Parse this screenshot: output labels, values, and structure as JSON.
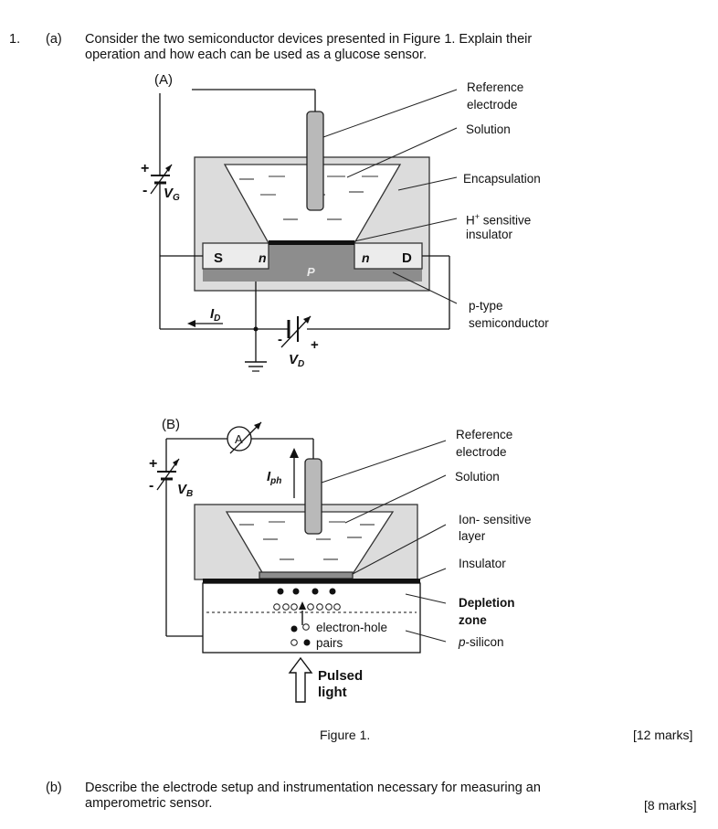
{
  "question": {
    "number": "1.",
    "part_a": {
      "label": "(a)",
      "line1": "Consider the two semiconductor devices presented in Figure 1. Explain their",
      "line2": "operation and how each can be used as a glucose sensor.",
      "marks": "[12 marks]"
    },
    "part_b": {
      "label": "(b)",
      "line1": "Describe the electrode setup and instrumentation necessary for measuring an",
      "line2": "amperometric sensor.",
      "marks": "[8 marks]"
    }
  },
  "figure": {
    "caption": "Figure 1.",
    "device_a": {
      "tag": "(A)",
      "labels": {
        "reference_1": "Reference",
        "reference_2": "electrode",
        "solution": "Solution",
        "encapsulation": "Encapsulation",
        "h_sensitive_sup": "H",
        "h_sensitive_plus": "+",
        "h_sensitive_rest": " sensitive",
        "insulator": "insulator",
        "ptype_1": "p-type",
        "ptype_2": "semiconductor"
      },
      "regions": {
        "source": "S",
        "drain": "D",
        "n_left": "n",
        "n_right": "n",
        "p": "P"
      },
      "symbols": {
        "vg_main": "V",
        "vg_sub": "G",
        "id_main": "I",
        "id_sub": "D",
        "vd_main": "V",
        "vd_sub": "D",
        "plus": "+",
        "minus": "-"
      }
    },
    "device_b": {
      "tag": "(B)",
      "labels": {
        "reference_1": "Reference",
        "reference_2": "electrode",
        "solution": "Solution",
        "ion_1": "Ion- sensitive",
        "ion_2": "layer",
        "insulator": "Insulator",
        "depletion_1": "Depletion",
        "depletion_2": "zone",
        "psilicon_italic": "p",
        "psilicon_rest": "-silicon",
        "ehp_1": "electron-hole",
        "ehp_2": "pairs",
        "pulsed_1": "Pulsed",
        "pulsed_2": "light"
      },
      "symbols": {
        "ammeter": "A",
        "iph_main": "I",
        "iph_sub": "ph",
        "vb_main": "V",
        "vb_sub": "B",
        "plus": "+",
        "minus": "-"
      }
    }
  }
}
